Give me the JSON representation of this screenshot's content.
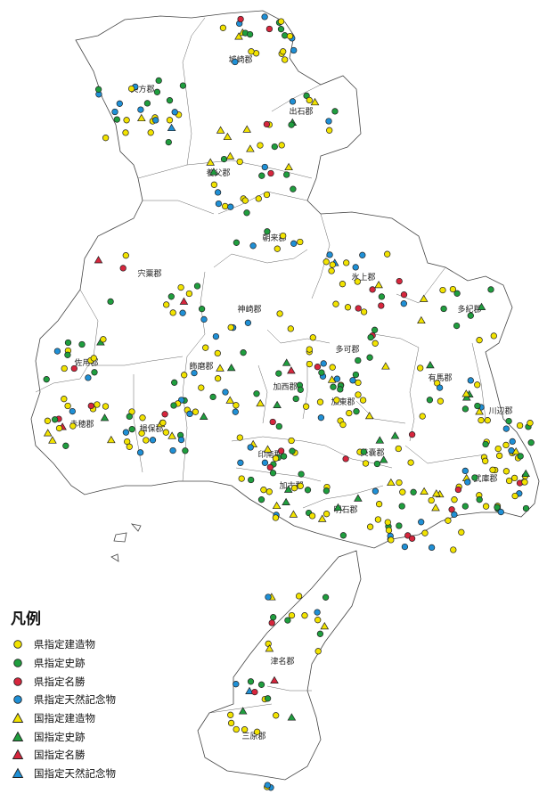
{
  "legend": {
    "title": "凡例",
    "items": [
      {
        "label": "県指定建造物",
        "shape": "circle",
        "color": "#f2e300"
      },
      {
        "label": "県指定史跡",
        "shape": "circle",
        "color": "#1f9e3e"
      },
      {
        "label": "県指定名勝",
        "shape": "circle",
        "color": "#d7263d"
      },
      {
        "label": "県指定天然記念物",
        "shape": "circle",
        "color": "#1f90d6"
      },
      {
        "label": "国指定建造物",
        "shape": "triangle",
        "color": "#f2e300"
      },
      {
        "label": "国指定史跡",
        "shape": "triangle",
        "color": "#1f9e3e"
      },
      {
        "label": "国指定名勝",
        "shape": "triangle",
        "color": "#d7263d"
      },
      {
        "label": "国指定天然記念物",
        "shape": "triangle",
        "color": "#1f90d6"
      }
    ]
  },
  "districts": [
    {
      "label": "城崎郡"
    },
    {
      "label": "美方郡"
    },
    {
      "label": "出石郡"
    },
    {
      "label": "養父郡"
    },
    {
      "label": "朝来郡"
    },
    {
      "label": "宍粟郡"
    },
    {
      "label": "氷上郡"
    },
    {
      "label": "多紀郡"
    },
    {
      "label": "神崎郡"
    },
    {
      "label": "佐用郡"
    },
    {
      "label": "多可郡"
    },
    {
      "label": "飾磨郡"
    },
    {
      "label": "加西郡"
    },
    {
      "label": "有馬郡"
    },
    {
      "label": "加東郡"
    },
    {
      "label": "川辺郡"
    },
    {
      "label": "赤穂郡"
    },
    {
      "label": "揖保郡"
    },
    {
      "label": "美嚢郡"
    },
    {
      "label": "印南郡"
    },
    {
      "label": "武庫郡"
    },
    {
      "label": "加古郡"
    },
    {
      "label": "明石郡"
    },
    {
      "label": "津名郡"
    },
    {
      "label": "三原郡"
    }
  ]
}
